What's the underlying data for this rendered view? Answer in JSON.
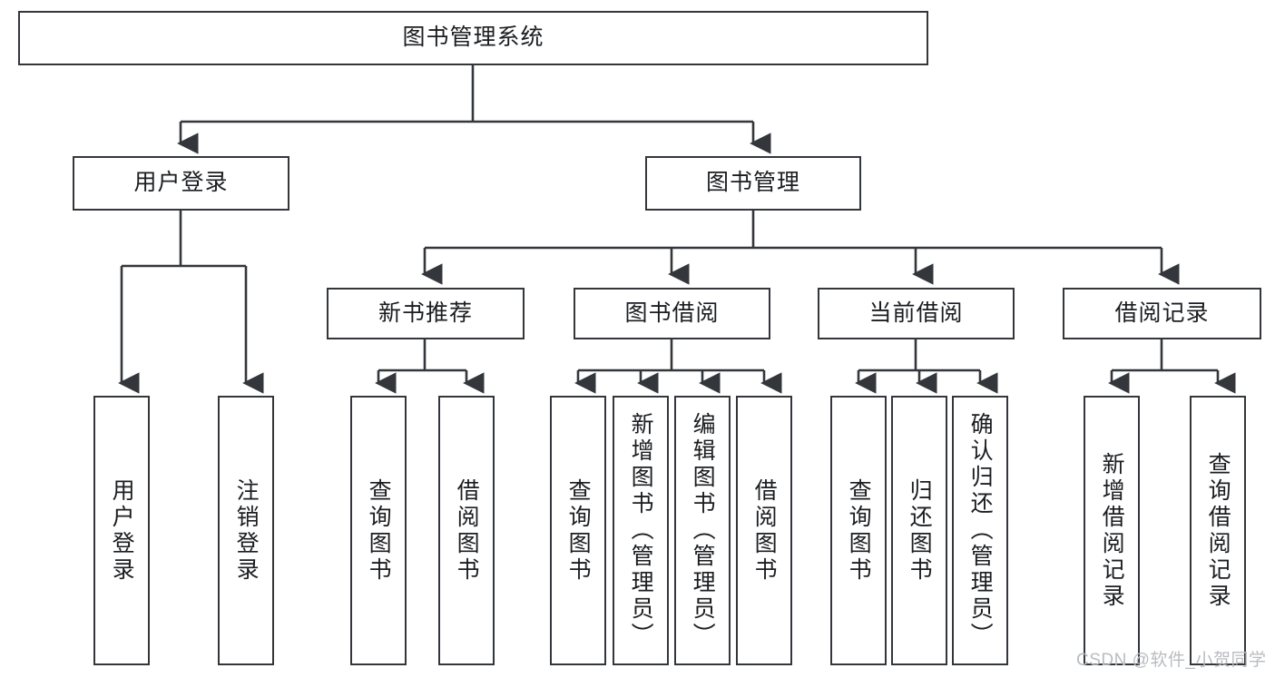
{
  "diagram": {
    "title": "图书管理系统",
    "type": "tree-hierarchy-chart",
    "colors": {
      "box_border": "#33373b",
      "box_fill": "#ffffff",
      "edge": "#33373b",
      "text": "#1b1d20",
      "watermark": "#b9bcc0",
      "background": "#ffffff"
    },
    "root": {
      "label": "图书管理系统"
    },
    "level2": [
      {
        "label": "用户登录"
      },
      {
        "label": "图书管理"
      }
    ],
    "level3": [
      {
        "label": "新书推荐"
      },
      {
        "label": "图书借阅"
      },
      {
        "label": "当前借阅"
      },
      {
        "label": "借阅记录"
      }
    ],
    "leaves": {
      "user_login": [
        {
          "label": "用户登录"
        },
        {
          "label": "注销登录"
        }
      ],
      "new_book_recommend": [
        {
          "label": "查询图书"
        },
        {
          "label": "借阅图书"
        }
      ],
      "book_borrow": [
        {
          "label": "查询图书"
        },
        {
          "label": "新增图书（管理员）"
        },
        {
          "label": "编辑图书（管理员）"
        },
        {
          "label": "借阅图书"
        }
      ],
      "current_borrow": [
        {
          "label": "查询图书"
        },
        {
          "label": "归还图书"
        },
        {
          "label": "确认归还（管理员）"
        }
      ],
      "borrow_record": [
        {
          "label": "新增借阅记录"
        },
        {
          "label": "查询借阅记录"
        }
      ]
    }
  },
  "watermark": {
    "text": "CSDN @软件_小贺同学"
  }
}
